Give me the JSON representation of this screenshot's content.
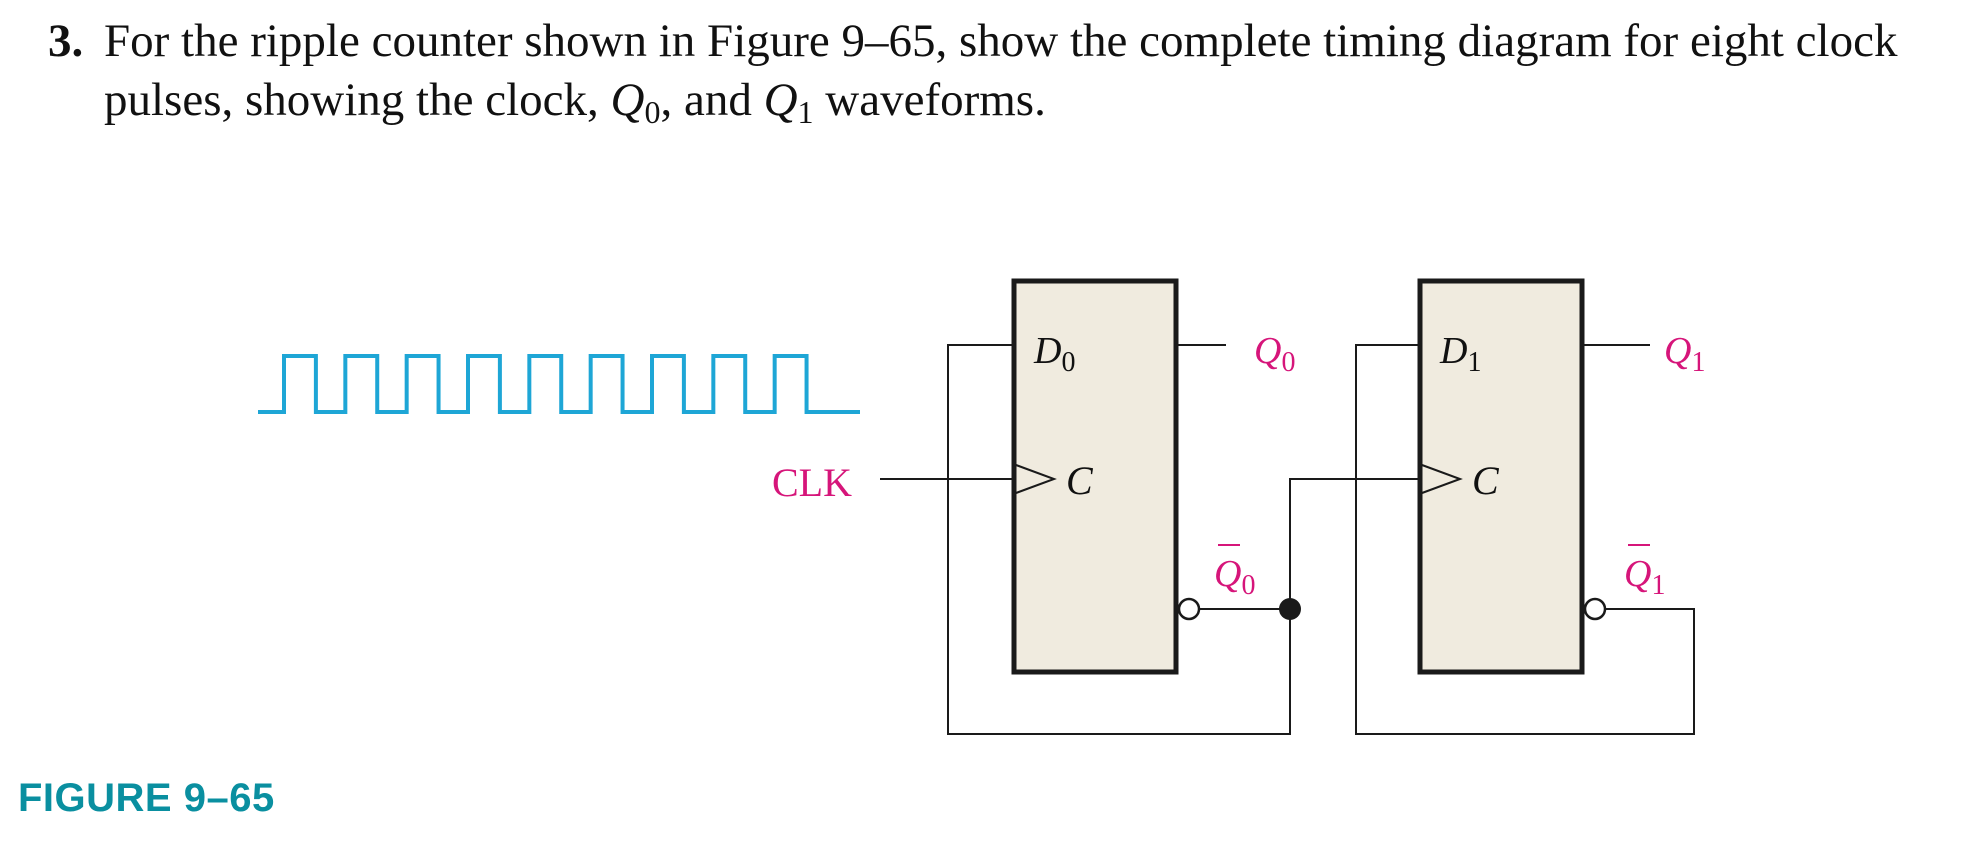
{
  "problem": {
    "number": "3.",
    "line1": "For the ripple counter shown in Figure 9–65, show the complete timing diagram for eight clock",
    "line2_a": "pulses, showing the clock, ",
    "q0_var": "Q",
    "q0_sub": "0",
    "line2_b": ", and ",
    "q1_var": "Q",
    "q1_sub": "1",
    "line2_c": " waveforms."
  },
  "figure": {
    "label": "FIGURE 9–65",
    "clk_label": "CLK",
    "ff0": {
      "d_var": "D",
      "d_sub": "0",
      "clock_input": "C",
      "q_var": "Q",
      "q_sub": "0",
      "qbar_var": "Q",
      "qbar_sub": "0"
    },
    "ff1": {
      "d_var": "D",
      "d_sub": "1",
      "clock_input": "C",
      "q_var": "Q",
      "q_sub": "1",
      "qbar_var": "Q",
      "qbar_sub": "1"
    },
    "clock_pulses": 9,
    "colors": {
      "label_magenta": "#d6157a",
      "clock_blue": "#1ea6d6",
      "ff_fill": "#f0ebdf",
      "figure_teal": "#0a8fa0"
    }
  }
}
